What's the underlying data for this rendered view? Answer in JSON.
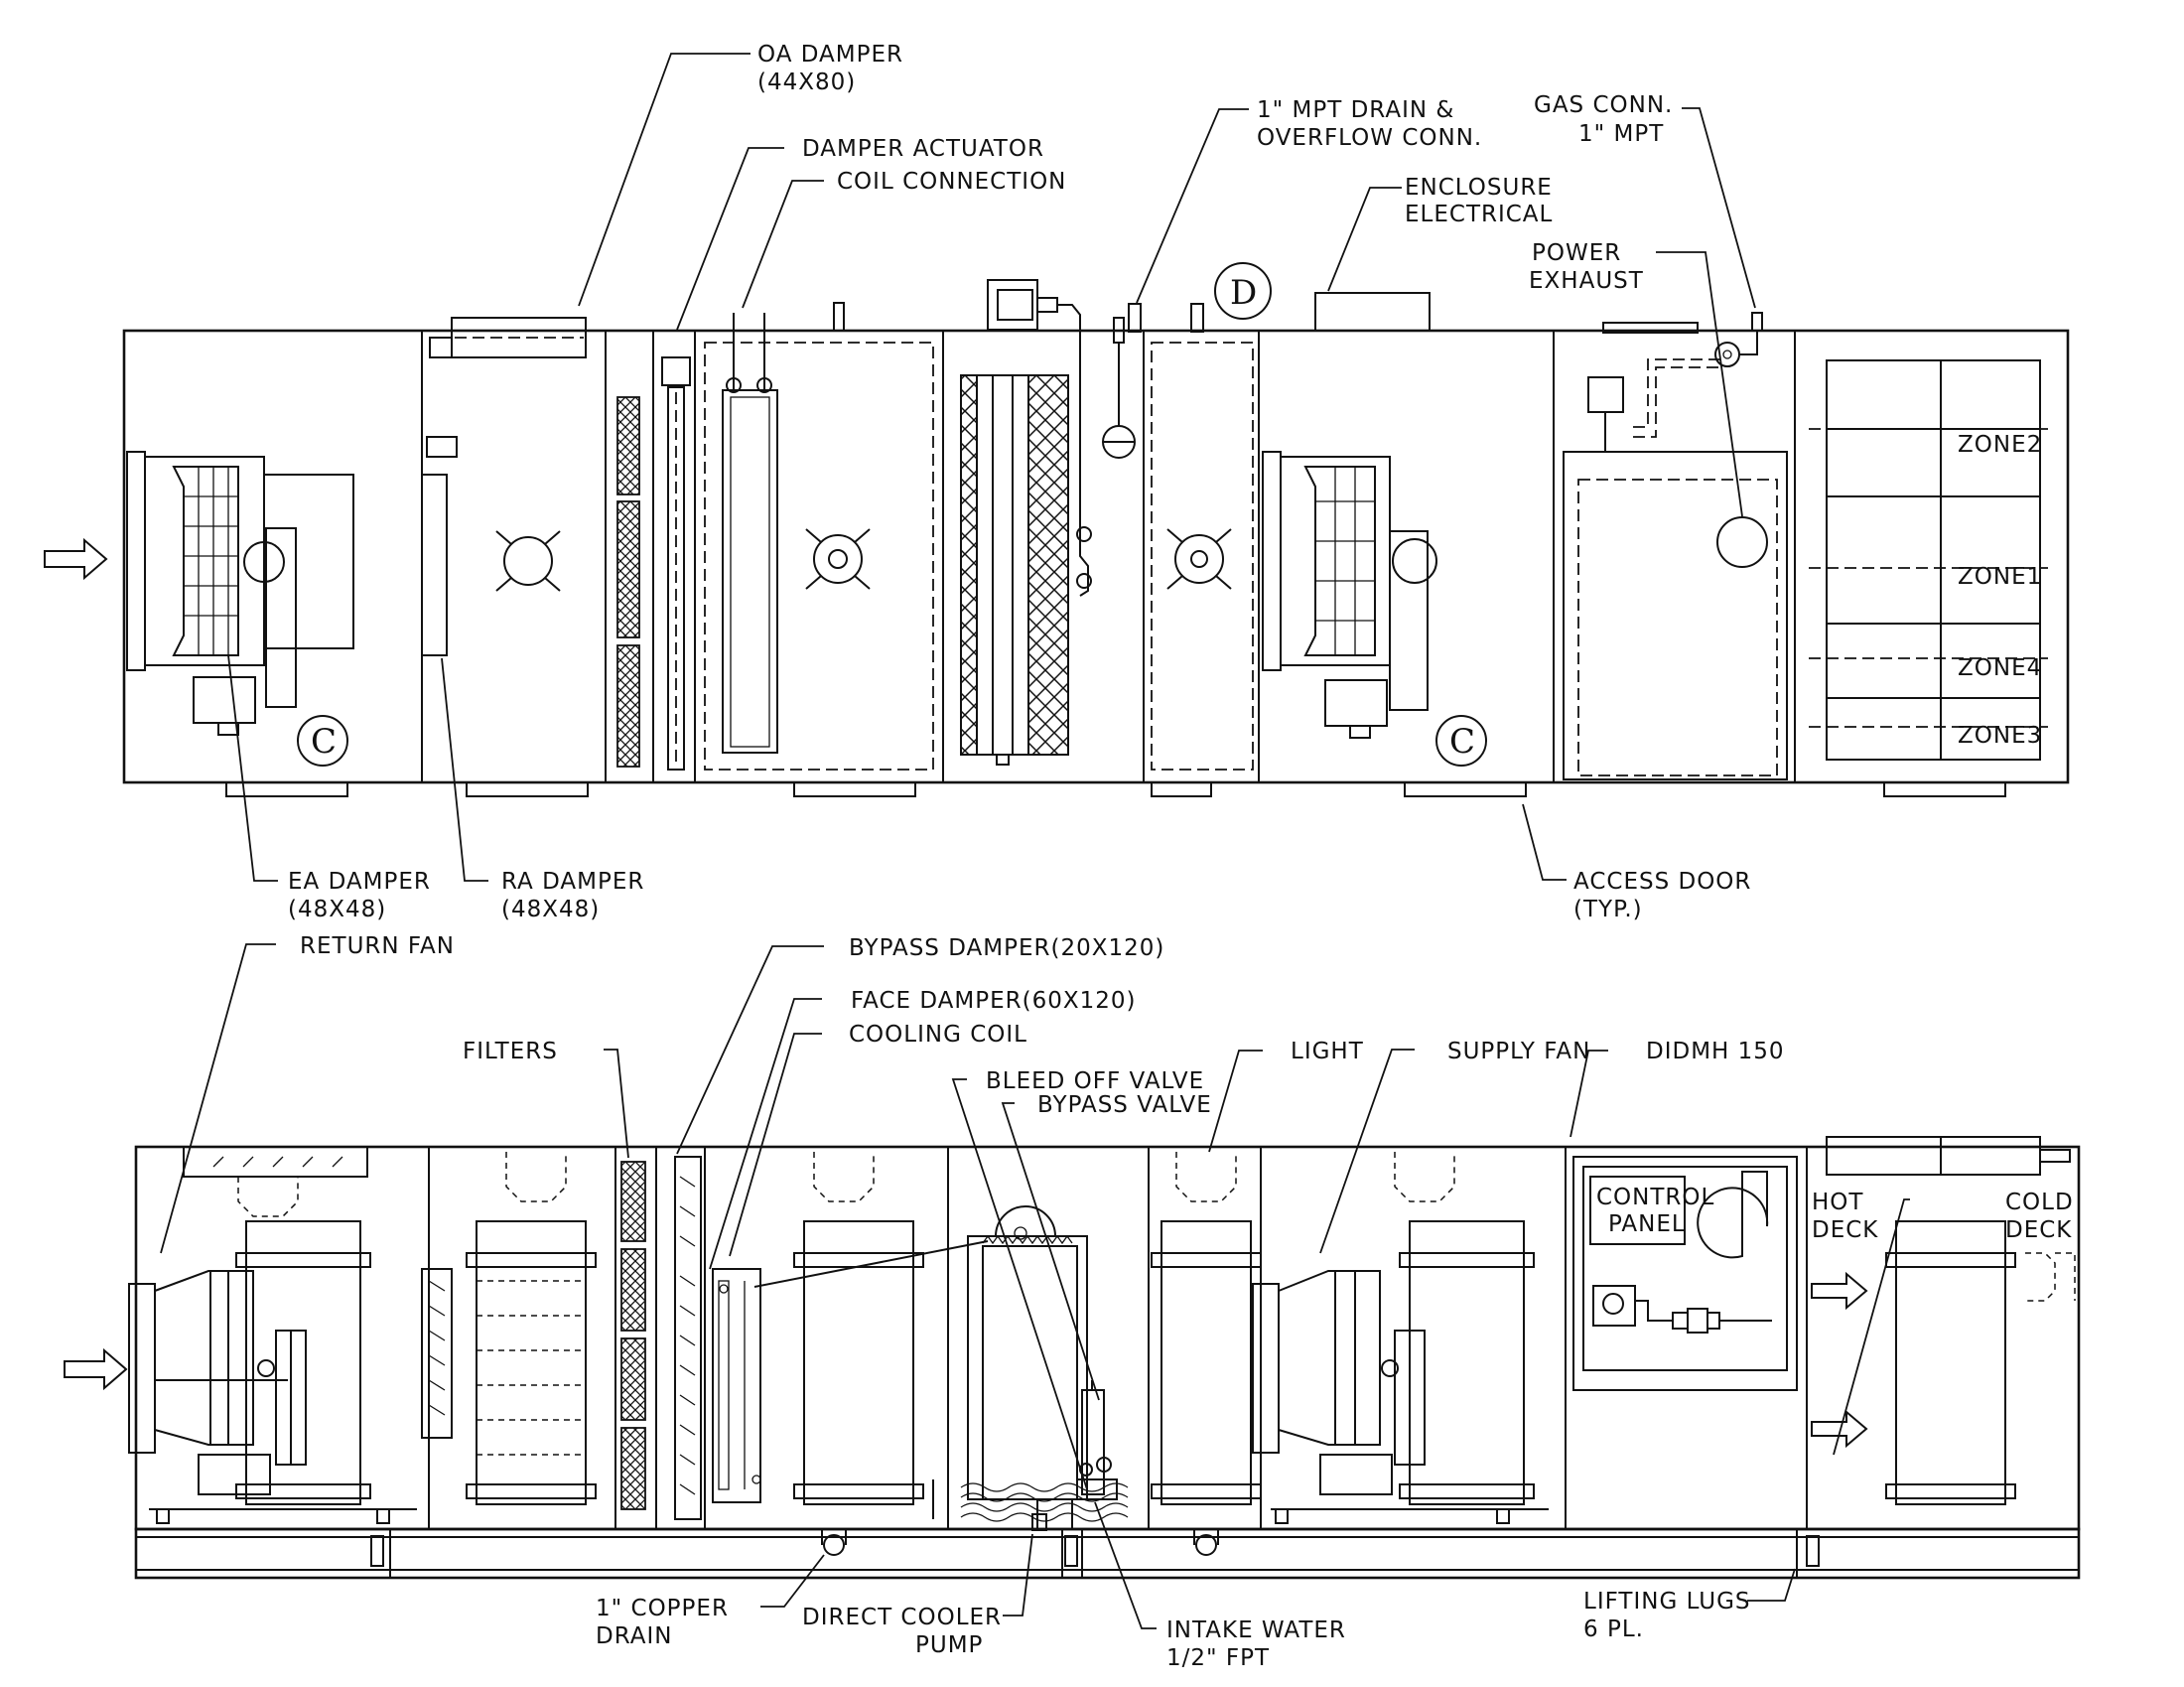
{
  "top_view": {
    "labels": {
      "oa_damper": [
        "OA DAMPER",
        "(44X80)"
      ],
      "damper_actuator": "DAMPER ACTUATOR",
      "coil_connection": "COIL CONNECTION",
      "drain_overflow": [
        "1\" MPT DRAIN &",
        "OVERFLOW CONN."
      ],
      "gas_conn": [
        "GAS CONN.",
        "1\" MPT"
      ],
      "enclosure_electrical": [
        "ENCLOSURE",
        "ELECTRICAL"
      ],
      "power_exhaust": [
        "POWER",
        "EXHAUST"
      ],
      "ea_damper": [
        "EA DAMPER",
        "(48X48)"
      ],
      "ra_damper": [
        "RA DAMPER",
        "(48X48)"
      ],
      "access_door": [
        "ACCESS DOOR",
        "(TYP.)"
      ],
      "zones": [
        "ZONE2",
        "ZONE1",
        "ZONE4",
        "ZONE3"
      ],
      "circle_c": "C",
      "circle_d": "D"
    }
  },
  "bottom_view": {
    "labels": {
      "return_fan": "RETURN FAN",
      "filters": "FILTERS",
      "bypass_damper": "BYPASS DAMPER(20X120)",
      "face_damper": "FACE DAMPER(60X120)",
      "cooling_coil": "COOLING COIL",
      "bleed_off_valve": "BLEED OFF VALVE",
      "bypass_valve": "BYPASS VALVE",
      "light": "LIGHT",
      "supply_fan": "SUPPLY FAN",
      "didmh": "DIDMH 150",
      "control_panel": [
        "CONTROL",
        "PANEL"
      ],
      "hot_deck": [
        "HOT",
        "DECK"
      ],
      "cold_deck": [
        "COLD",
        "DECK"
      ],
      "copper_drain": [
        "1\" COPPER",
        "DRAIN"
      ],
      "direct_cooler_pump": [
        "DIRECT COOLER",
        "PUMP"
      ],
      "intake_water": [
        "INTAKE WATER",
        "1/2\" FPT"
      ],
      "lifting_lugs": [
        "LIFTING LUGS",
        "6 PL."
      ]
    }
  }
}
